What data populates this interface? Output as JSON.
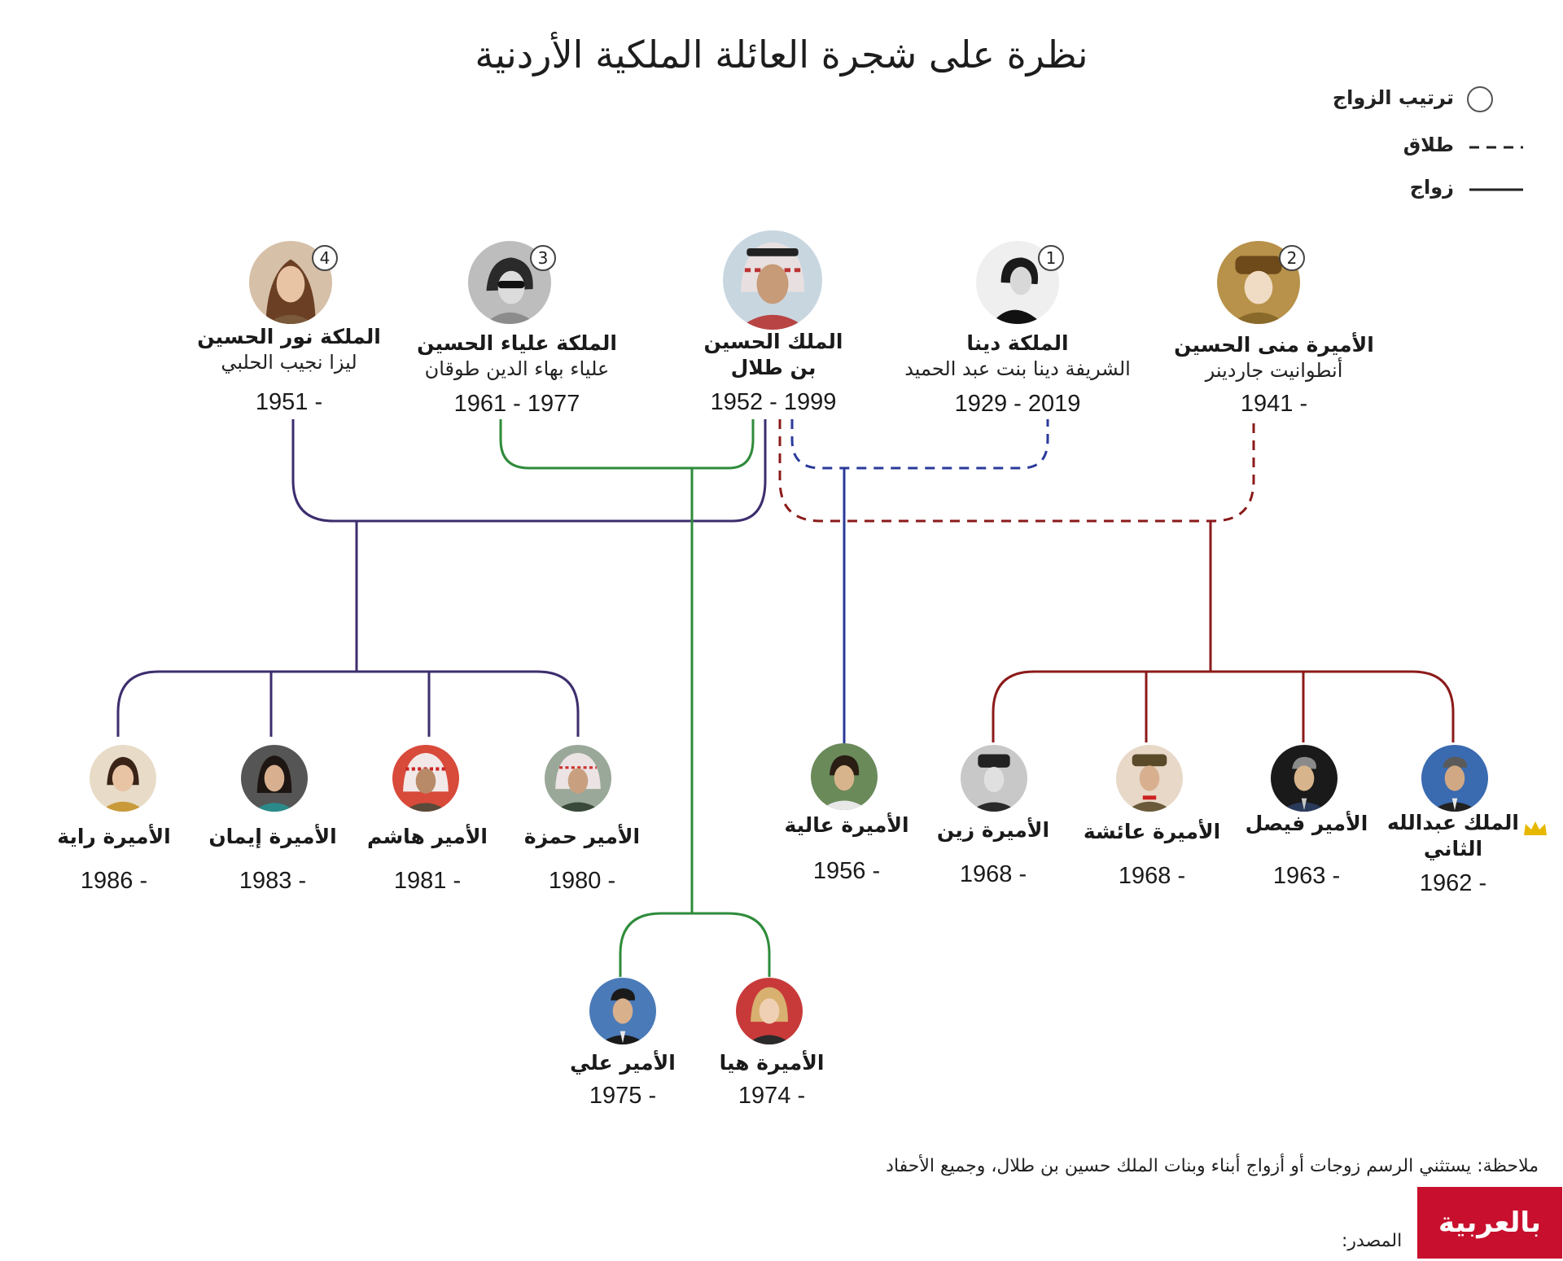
{
  "title": "نظرة على شجرة العائلة الملكية الأردنية",
  "legend": {
    "order": "ترتيب الزواج",
    "divorce": "طلاق",
    "marriage": "زواج"
  },
  "colors": {
    "noor": "#3d2d6e",
    "alia": "#2e8b3a",
    "dina": "#2a3a9a",
    "muna": "#8b1a1a",
    "crown": "#e6b800",
    "logo": "#c8102e"
  },
  "king": {
    "name_1": "الملك الحسين",
    "name_2": "بن طلال",
    "years": "1952 - 1999"
  },
  "wives": [
    {
      "order": "4",
      "name": "الملكة نور الحسين",
      "sub": "ليزا نجيب الحلبي",
      "years": "1951 -"
    },
    {
      "order": "3",
      "name": "الملكة علياء الحسين",
      "sub": "علياء بهاء الدين طوقان",
      "years": "1961 - 1977"
    },
    {
      "order": "1",
      "name": "الملكة دينا",
      "sub": "الشريفة دينا بنت عبد الحميد",
      "years": "1929 - 2019"
    },
    {
      "order": "2",
      "name": "الأميرة منى الحسين",
      "sub": "أنطوانيت جاردينر",
      "years": "1941 -"
    }
  ],
  "children": [
    {
      "name": "الأميرة راية",
      "years": "1986 -"
    },
    {
      "name": "الأميرة إيمان",
      "years": "1983 -"
    },
    {
      "name": "الأمير هاشم",
      "years": "1981 -"
    },
    {
      "name": "الأمير حمزة",
      "years": "1980 -"
    },
    {
      "name": "الأميرة عالية",
      "years": "1956 -"
    },
    {
      "name": "الأميرة زين",
      "years": "1968 -"
    },
    {
      "name": "الأميرة عائشة",
      "years": "1968 -"
    },
    {
      "name": "الأمير فيصل",
      "years": "1963 -"
    },
    {
      "name_1": "الملك عبدالله",
      "name_2": "الثاني",
      "years": "1962 -"
    },
    {
      "name": "الأمير علي",
      "years": "1975 -"
    },
    {
      "name": "الأميرة هيا",
      "years": "1974 -"
    }
  ],
  "note": "ملاحظة: يستثني الرسم زوجات أو أزواج أبناء وبنات الملك حسين بن طلال، وجميع الأحفاد",
  "source_label": "المصدر:",
  "logo_text": "بالعربية",
  "icons": {
    "crown": "crown-icon",
    "order_badge": "circle-number-icon"
  }
}
